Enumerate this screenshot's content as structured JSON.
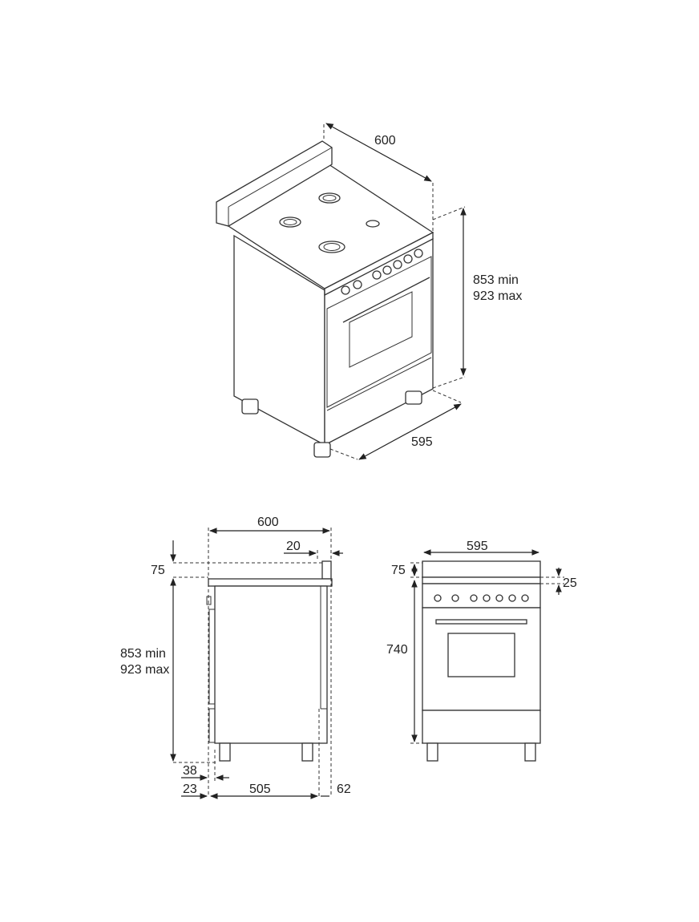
{
  "iso_view": {
    "width": "600",
    "height_min": "853 min",
    "height_max": "923 max",
    "depth": "595"
  },
  "side_view": {
    "width": "600",
    "backguard_depth": "20",
    "top_height": "75",
    "height_min": "853 min",
    "height_max": "923 max",
    "offset_38": "38",
    "offset_23": "23",
    "body_depth": "505",
    "rear_62": "62"
  },
  "front_view": {
    "width": "595",
    "top_height": "75",
    "panel_gap": "25",
    "body_height": "740"
  },
  "colors": {
    "line": "#333333",
    "background": "#ffffff"
  }
}
